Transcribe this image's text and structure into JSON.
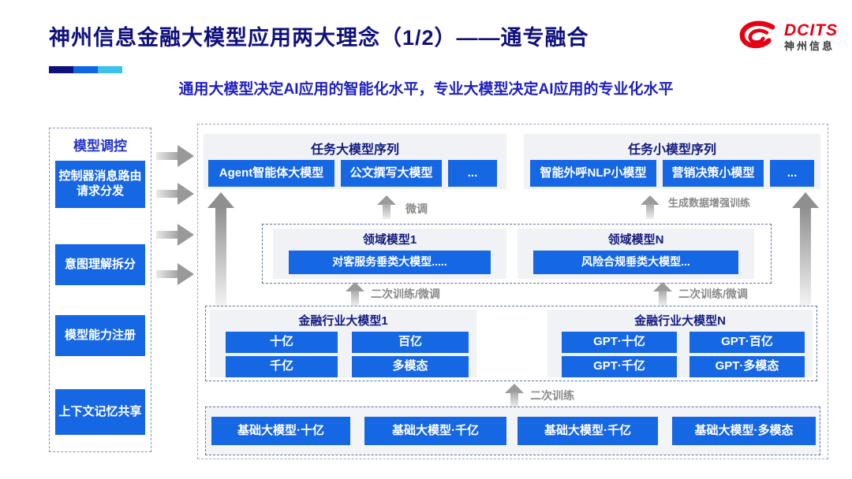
{
  "header": {
    "title": "神州信息金融大模型应用两大理念（1/2）——通专融合",
    "subtitle": "通用大模型决定AI应用的智能化水平，专业大模型决定AI应用的专业化水平",
    "underline_colors": {
      "navy": "#10107e",
      "blue": "#1065e6",
      "cyan": "#3cc1ea"
    },
    "logo": {
      "brand": "DCITS",
      "brand_cn": "神州信息"
    }
  },
  "sidebar": {
    "title": "模型调控",
    "items": [
      {
        "label": "控制器消息路由请求分发"
      },
      {
        "label": "意图理解拆分"
      },
      {
        "label": "模型能力注册"
      },
      {
        "label": "上下文记忆共享"
      }
    ]
  },
  "diagram": {
    "task_large": {
      "title": "任务大模型序列",
      "items": [
        "Agent智能体大模型",
        "公文撰写大模型",
        "..."
      ]
    },
    "task_small": {
      "title": "任务小模型序列",
      "items": [
        "智能外呼NLP小模型",
        "营销决策小模型",
        "..."
      ]
    },
    "domain": {
      "model1": {
        "title": "领域模型1",
        "item": "对客服务垂类大模型....."
      },
      "modelN": {
        "title": "领域模型N",
        "item": "风险合规垂类大模型..."
      }
    },
    "industry": {
      "model1": {
        "title": "金融行业大模型1",
        "items": [
          "十亿",
          "百亿",
          "千亿",
          "多模态"
        ]
      },
      "modelN": {
        "title": "金融行业大模型N",
        "items": [
          "GPT·十亿",
          "GPT·百亿",
          "GPT·千亿",
          "GPT·多模态"
        ]
      }
    },
    "base_models": [
      "基础大模型·十亿",
      "基础大模型·千亿",
      "基础大模型·千亿",
      "基础大模型·多模态"
    ],
    "arrow_labels": {
      "fine_tune": "微调",
      "gen_data_training": "生成数据增强训练",
      "retrain_ft_left": "二次训练/微调",
      "retrain_ft_right": "二次训练/微调",
      "retrain": "二次训练"
    }
  },
  "colors": {
    "box_blue": "#1667e3",
    "panel_gray": "#f1f2f5",
    "title_navy": "#10107d",
    "subtitle_blue": "#1f1fc0",
    "logo_red": "#e60012"
  }
}
